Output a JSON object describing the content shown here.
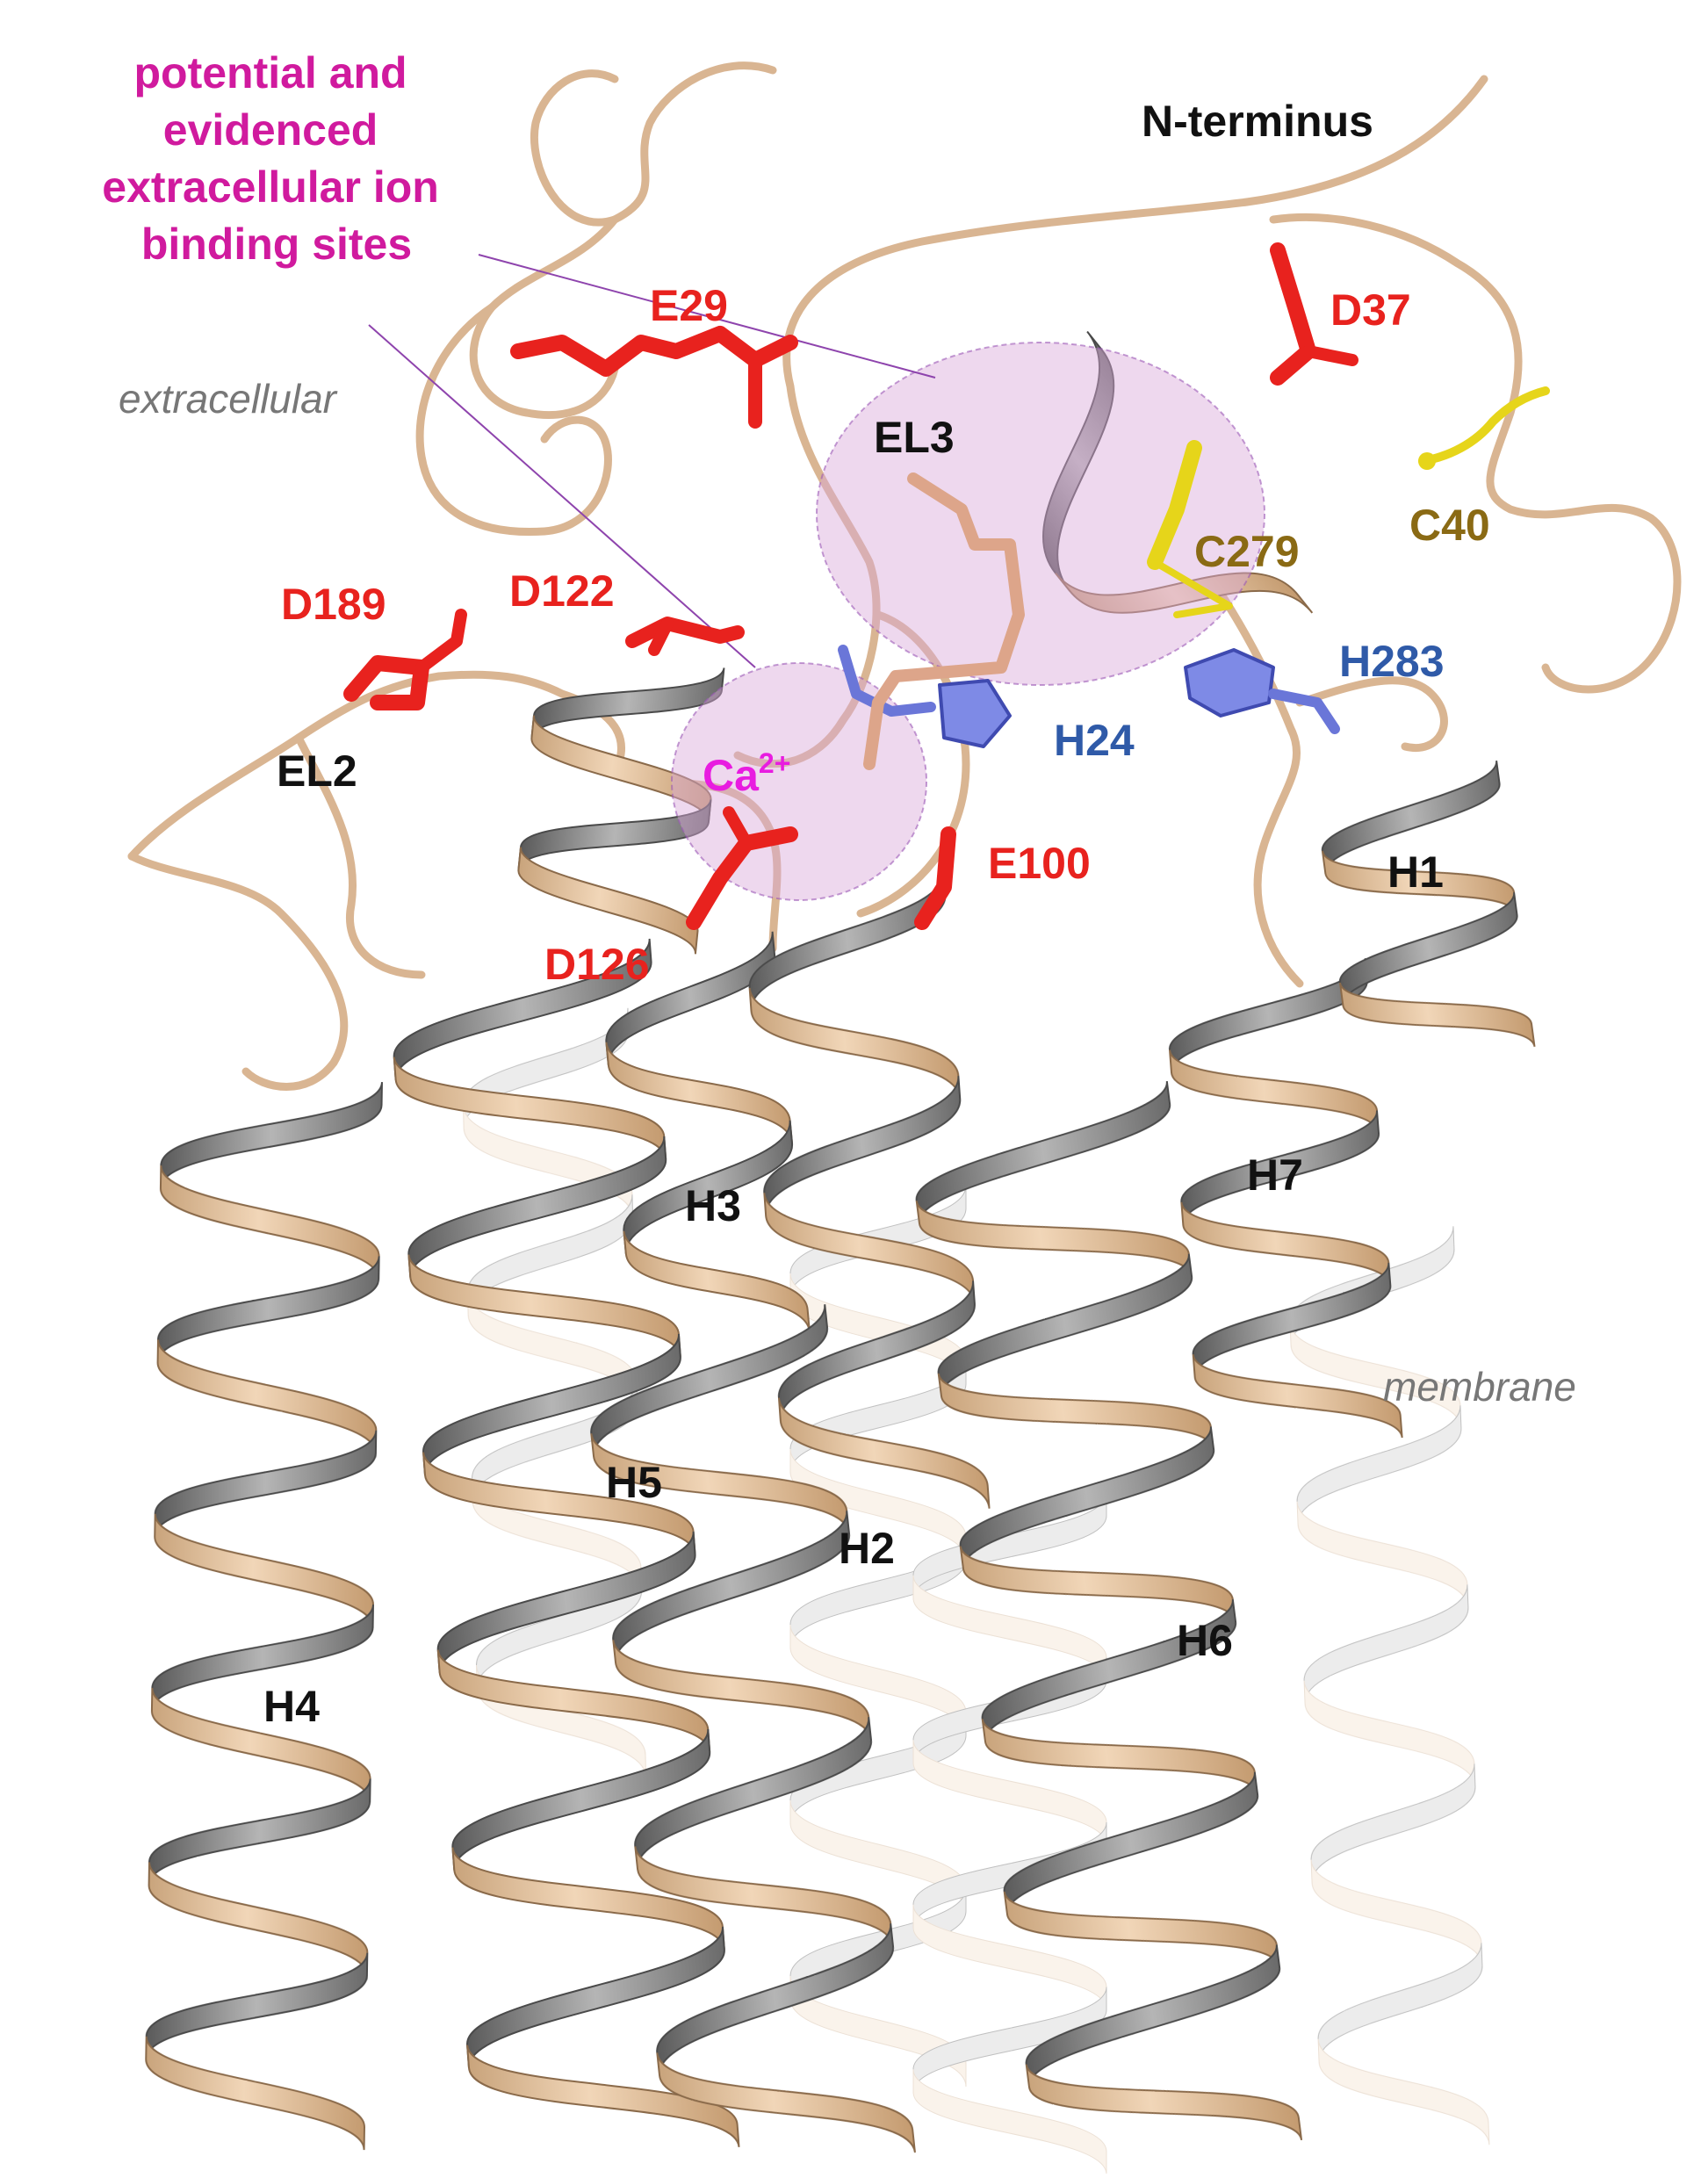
{
  "labels": {
    "note": [
      "potential and",
      "evidenced",
      "extracellular ion",
      "binding sites"
    ],
    "n_terminus": "N-terminus",
    "extracellular": "extracellular",
    "membrane": "membrane",
    "ca_base": "Ca",
    "ca_charge": "2+"
  },
  "helices": {
    "h1": "H1",
    "h2": "H2",
    "h3": "H3",
    "h4": "H4",
    "h5": "H5",
    "h6": "H6",
    "h7": "H7"
  },
  "loops": {
    "el2": "EL2",
    "el3": "EL3"
  },
  "residues": {
    "e29": "E29",
    "d37": "D37",
    "d189": "D189",
    "d122": "D122",
    "d126": "D126",
    "e100": "E100",
    "h24": "H24",
    "h283": "H283",
    "c279": "C279",
    "c40": "C40"
  },
  "colors": {
    "acidic_residue": "#e8221e",
    "histidine": "#2f5aa8",
    "cysteine": "#8a6a14",
    "ion_site_label": "#d01a9e",
    "ca_label": "#e81ce0",
    "helix_label": "#111111",
    "ribbon": "#e9c9a6",
    "ribbon_inner": "#7d7d7d"
  }
}
